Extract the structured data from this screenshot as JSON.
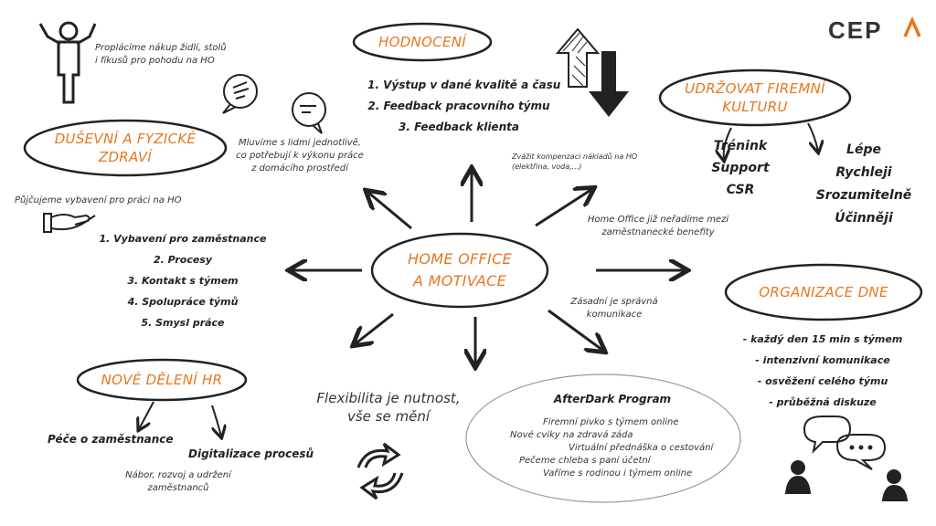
{
  "logo": {
    "text": "CEP",
    "accent": "A"
  },
  "center": {
    "line1": "HOME OFFICE",
    "line2": "A MOTIVACE"
  },
  "hodnoceni": {
    "title": "HODNOCENÍ",
    "items": [
      "1. Výstup v dané kvalitě a času",
      "2. Feedback pracovního týmu",
      "3. Feedback klienta"
    ]
  },
  "kultura": {
    "title_line1": "UDRŽOVAT FIREMNÍ",
    "title_line2": "KULTURU",
    "left": [
      "Trénink",
      "Support",
      "CSR"
    ],
    "right": [
      "Lépe",
      "Rychleji",
      "Srozumitelně",
      "Účinněji"
    ]
  },
  "zdravi": {
    "title_line1": "DUŠEVNÍ A FYZICKÉ",
    "title_line2": "ZDRAVÍ",
    "note_top_line1": "Proplácíme nákup židlí, stolů",
    "note_top_line2": "i fíkusů pro pohodu na HO",
    "note_mid_line1": "Mluvíme s lidmi jednotlivě,",
    "note_mid_line2": "co potřebují k výkonu práce",
    "note_mid_line3": "z domácího prostředí"
  },
  "vybaveni": {
    "note": "Půjčujeme vybavení pro práci na HO",
    "items": [
      "1. Vybavení pro zaměstnance",
      "2. Procesy",
      "3. Kontakt s týmem",
      "4. Spolupráce týmů",
      "5. Smysl práce"
    ]
  },
  "kompenzace": {
    "line1": "Zvážit kompenzaci nákladů na HO",
    "line2": "(elektřina, voda,...)"
  },
  "benefity": {
    "line1": "Home Office již neřadíme mezi",
    "line2": "zaměstnanecké benefity"
  },
  "komunikace": {
    "line1": "Zásadní je správná",
    "line2": "komunikace"
  },
  "organizace": {
    "title": "ORGANIZACE DNE",
    "items": [
      "- každý den 15 min s týmem",
      "- intenzivní komunikace",
      "- osvěžení celého týmu",
      "- průběžná diskuze"
    ]
  },
  "hr": {
    "title": "NOVÉ DĚLENÍ HR",
    "left": "Péče o zaměstnance",
    "right": "Digitalizace procesů",
    "note_line1": "Nábor, rozvoj a udržení",
    "note_line2": "zaměstnanců"
  },
  "flexibilita": {
    "line1": "Flexibilita je nutnost,",
    "line2": "vše se mění"
  },
  "afterdark": {
    "title": "AfterDark Program",
    "items": [
      "Firemní pivko s týmem online",
      "Nové cviky na zdravá záda",
      "Virtuální přednáška o cestování",
      "Pečeme chleba s paní účetní",
      "Vaříme s rodinou i týmem online"
    ]
  },
  "colors": {
    "accent": "#e8761f",
    "ink": "#222222"
  }
}
